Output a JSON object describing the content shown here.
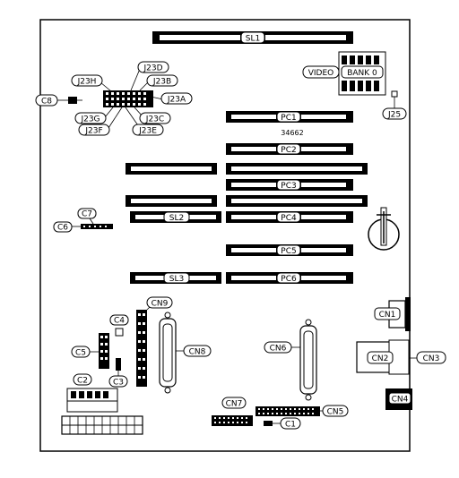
{
  "labels": {
    "sl1": "SL1",
    "sl2": "SL2",
    "sl3": "SL3",
    "pc1": "PC1",
    "pc2": "PC2",
    "pc3": "PC3",
    "pc4": "PC4",
    "pc5": "PC5",
    "pc6": "PC6",
    "video": "VIDEO",
    "bank0": "BANK 0",
    "j23a": "J23A",
    "j23b": "J23B",
    "j23c": "J23C",
    "j23d": "J23D",
    "j23e": "J23E",
    "j23f": "J23F",
    "j23g": "J23G",
    "j23h": "J23H",
    "j25": "J25",
    "c1": "C1",
    "c2": "C2",
    "c3": "C3",
    "c4": "C4",
    "c5": "C5",
    "c6": "C6",
    "c7": "C7",
    "c8": "C8",
    "cn1": "CN1",
    "cn2": "CN2",
    "cn3": "CN3",
    "cn4": "CN4",
    "cn5": "CN5",
    "cn6": "CN6",
    "cn7": "CN7",
    "cn8": "CN8",
    "cn9": "CN9",
    "board_number": "34662"
  }
}
